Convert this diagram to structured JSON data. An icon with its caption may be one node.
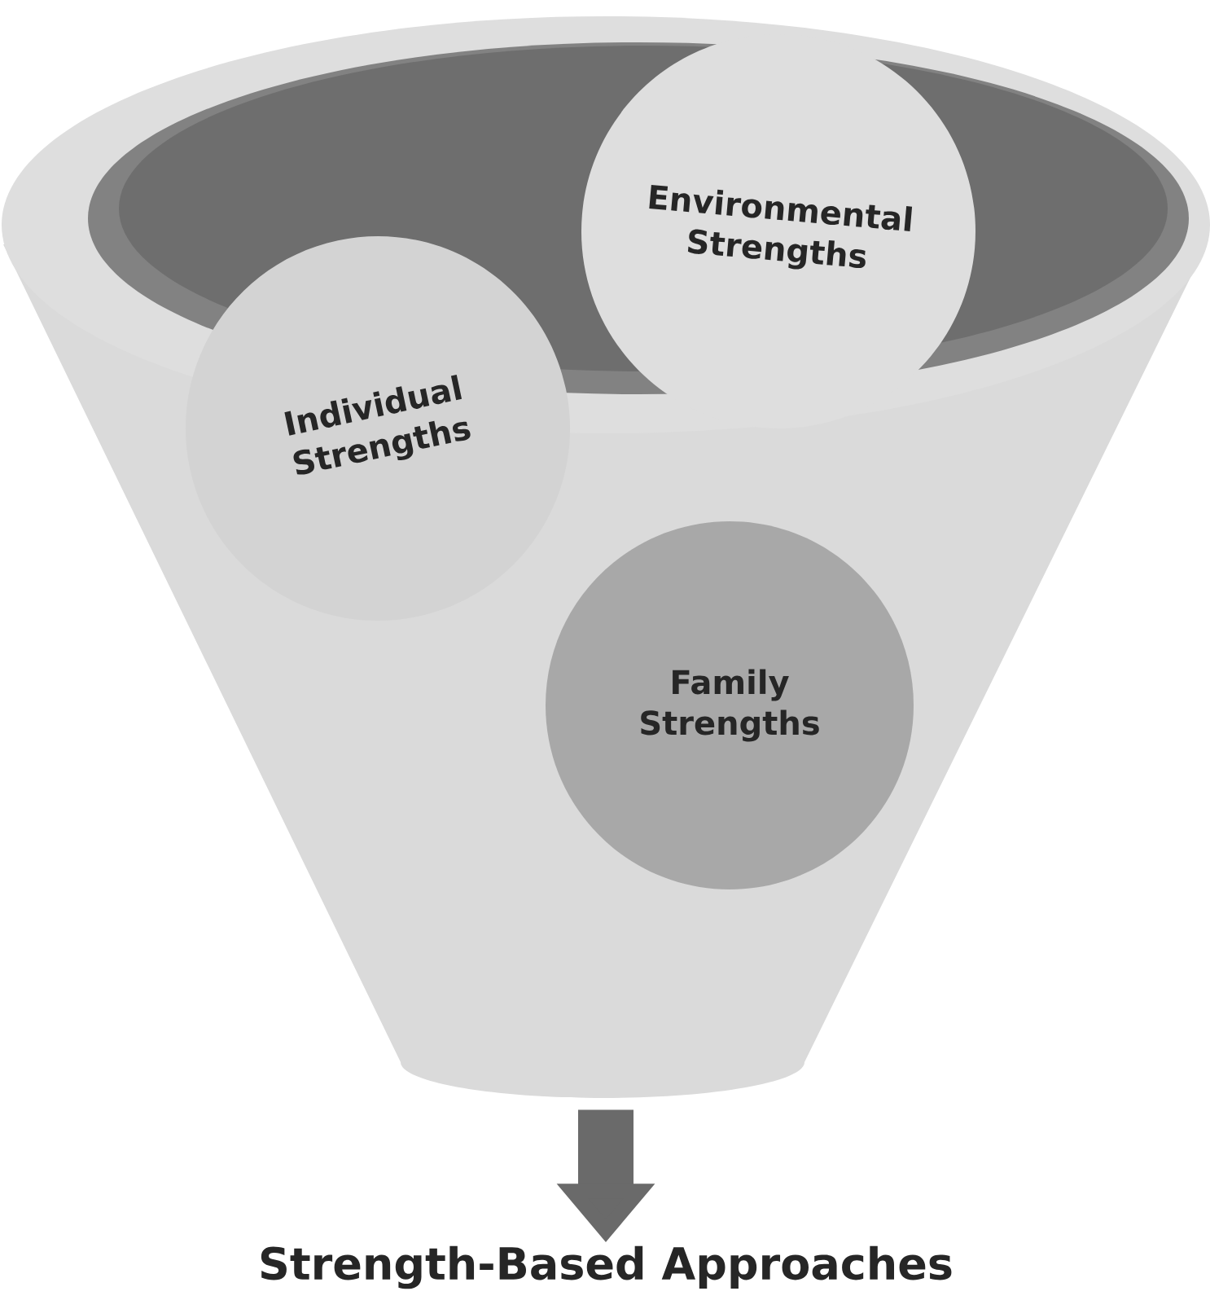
{
  "diagram": {
    "nodes": [
      {
        "text": [],
        "shape": "funnel"
      },
      {
        "text": [
          "Individual Strengths"
        ],
        "in": 0
      },
      {
        "text": [
          "Environmental Strengths"
        ]
      },
      {
        "text": [
          "Family Strengths"
        ],
        "in": 0
      },
      {
        "text": [
          "Strength-Based Approaches"
        ]
      }
    ],
    "edges": [
      {
        "from": 0,
        "to": 4,
        "arrow": "to"
      }
    ]
  }
}
